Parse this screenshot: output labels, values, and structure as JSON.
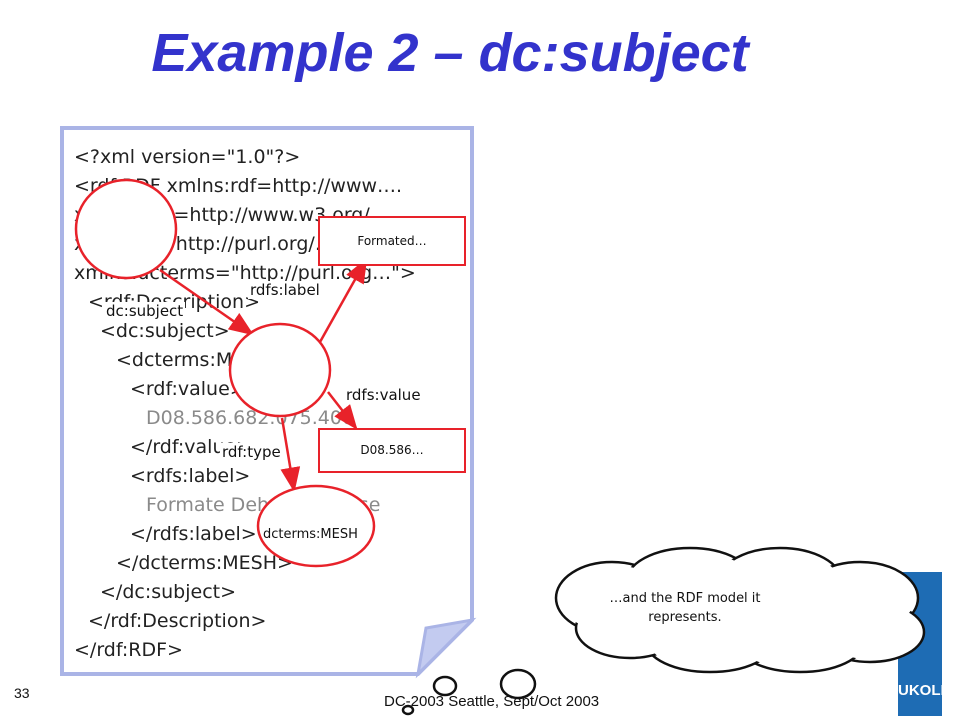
{
  "slide": {
    "title": "Example 2 – dc:subject",
    "slide_number": "33",
    "footer": "DC-2003 Seattle, Sept/Oct 2003"
  },
  "xml_lines": [
    "<?xml version=\"1.0\"?>",
    "<rdf:RDF xmlns:rdf=http://www….",
    "xmlns:rdfs=http://www.w3.org/…",
    "xmlns:dc=http://purl.org/…",
    "xmlns:dcterms=\"http://purl.org…\">",
    "<rdf:Description>",
    "<dc:subject>",
    "<dcterms:MESH>",
    "<rdf:value>",
    "D08.586.682.075.400",
    "</rdf:value>",
    "<rdfs:label>",
    "Formate Dehydrogenase",
    "</rdfs:label>",
    "</dcterms:MESH>",
    "</dc:subject>",
    "</rdf:Description>",
    "</rdf:RDF>"
  ],
  "graph": {
    "edges": {
      "dc_subject": "dc:subject",
      "rdfs_label": "rdfs:label",
      "rdfs_value": "rdfs:value",
      "rdf_type": "rdf:type"
    },
    "nodes": {
      "label_literal": "Formated…",
      "value_literal": "D08.586…",
      "type_node": "dcterms:MESH"
    },
    "colors": {
      "node_stroke": "#e8222a",
      "title": "#3333cc",
      "page_fold": "#aab4e6"
    }
  },
  "cloud": {
    "text_line1": "…and the RDF model it",
    "text_line2": "represents."
  },
  "logo": {
    "text": "UKOLN",
    "color": "#1e6cb4"
  }
}
